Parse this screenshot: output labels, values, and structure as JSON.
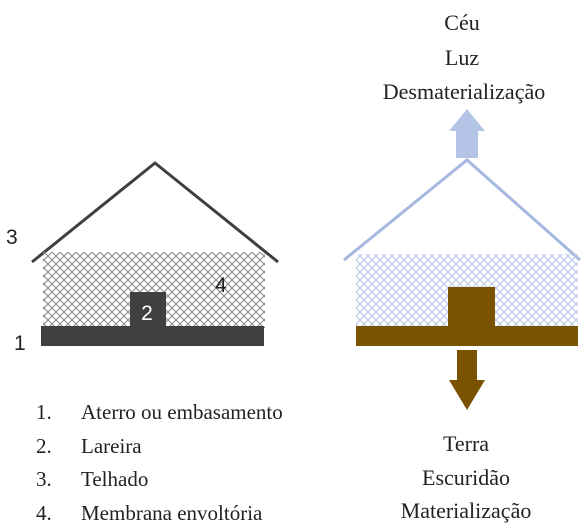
{
  "markers": [
    "1",
    "2",
    "3",
    "4"
  ],
  "sky_lines": [
    "Céu",
    "Luz",
    "Desmaterialização"
  ],
  "earth_lines": [
    "Terra",
    "Escuridão",
    "Materialização"
  ],
  "legend": [
    {
      "num": "1.",
      "text": "Aterro ou embasamento"
    },
    {
      "num": "2.",
      "text": "Lareira"
    },
    {
      "num": "3.",
      "text": "Telhado"
    },
    {
      "num": "4.",
      "text": "Membrana envoltória"
    }
  ],
  "colors": {
    "left_dark": "#404040",
    "left_hatch": "#8a8a8a",
    "right_roof": "#a6b7e0",
    "right_arrow": "#b3c4e6",
    "right_hatch": "#b8c7e8",
    "right_base": "#7a5300"
  }
}
